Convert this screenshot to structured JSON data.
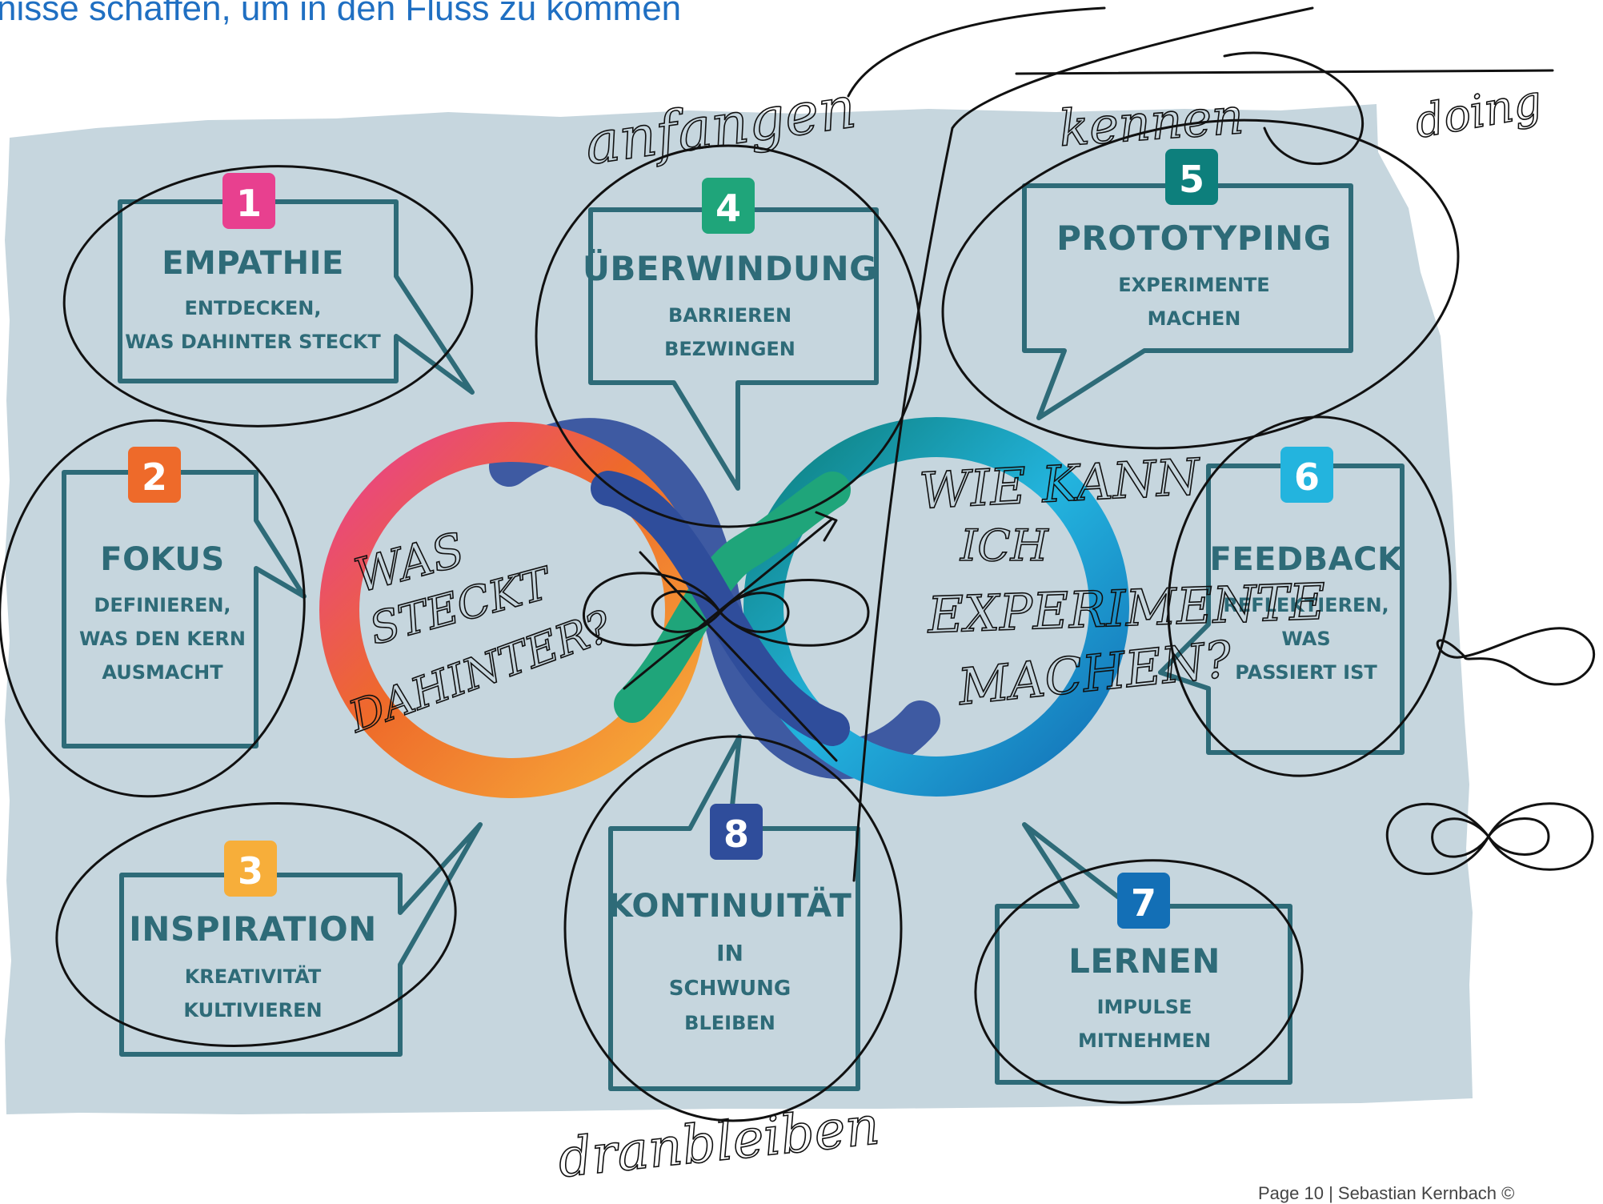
{
  "page": {
    "heading": "nisse schaffen, um in den Fluss zu kommen",
    "footer": "Page 10  |  Sebastian Kernbach ©"
  },
  "colors": {
    "board": "#c6d6de",
    "ink": "#2e6b78",
    "badge1": "#e8408f",
    "badge2": "#ee6a2a",
    "badge3": "#f7ae3a",
    "badge4": "#1fa57a",
    "badge5": "#0d7f7c",
    "badge6": "#23b4de",
    "badge7": "#136fb6",
    "badge8": "#2f4d9b"
  },
  "cards": [
    {
      "number": "1",
      "title": "EMPATHIE",
      "lines": [
        "ENTDECKEN,",
        "WAS DAHINTER STECKT"
      ]
    },
    {
      "number": "2",
      "title": "FOKUS",
      "lines": [
        "DEFINIEREN,",
        "WAS DEN KERN",
        "AUSMACHT"
      ]
    },
    {
      "number": "3",
      "title": "INSPIRATION",
      "lines": [
        "KREATIVITÄT",
        "KULTIVIEREN"
      ]
    },
    {
      "number": "4",
      "title": "ÜBERWINDUNG",
      "lines": [
        "BARRIEREN",
        "BEZWINGEN"
      ]
    },
    {
      "number": "5",
      "title": "PROTOTYPING",
      "lines": [
        "EXPERIMENTE",
        "MACHEN"
      ]
    },
    {
      "number": "6",
      "title": "FEEDBACK",
      "lines": [
        "REFLEKTIEREN,",
        "WAS",
        "PASSIERT IST"
      ]
    },
    {
      "number": "7",
      "title": "LERNEN",
      "lines": [
        "IMPULSE",
        "MITNEHMEN"
      ]
    },
    {
      "number": "8",
      "title": "KONTINUITÄT",
      "lines": [
        "IN",
        "SCHWUNG",
        "BLEIBEN"
      ]
    }
  ],
  "handwriting": {
    "top_left": "anfangen",
    "top_mid": "kennen",
    "top_right": "doing",
    "loop_left": [
      "WAS",
      "STECKT",
      "DAHINTER?"
    ],
    "loop_right": [
      "WIE KANN",
      "ICH",
      "EXPERIMENTE",
      "MACHEN?"
    ],
    "bottom": "dranbleiben"
  }
}
